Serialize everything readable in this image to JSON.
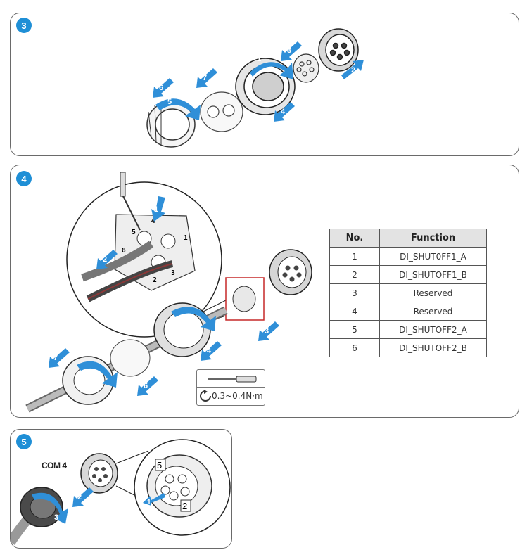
{
  "steps": [
    {
      "badge": "3",
      "arrows": [
        "1",
        "2",
        "3",
        "4",
        "5",
        "6",
        "7"
      ]
    },
    {
      "badge": "4",
      "arrows": [
        "1",
        "2",
        "3",
        "4",
        "5",
        "6",
        "7",
        "8"
      ],
      "detail_numbers": [
        "4",
        "5",
        "6",
        "1",
        "2",
        "3"
      ]
    },
    {
      "badge": "5",
      "arrows": [
        "2",
        "3",
        "1"
      ],
      "pin_labels": [
        "5",
        "2"
      ],
      "com_label": "COM 4"
    }
  ],
  "table": {
    "headers": {
      "no": "No.",
      "function": "Function"
    },
    "rows": [
      {
        "no": "1",
        "function": "DI_SHUT0FF1_A"
      },
      {
        "no": "2",
        "function": "DI_SHUTOFF1_B"
      },
      {
        "no": "3",
        "function": "Reserved"
      },
      {
        "no": "4",
        "function": "Reserved"
      },
      {
        "no": "5",
        "function": "DI_SHUTOFF2_A"
      },
      {
        "no": "6",
        "function": "DI_SHUTOFF2_B"
      }
    ]
  },
  "torque": {
    "value": "0.3~0.4N·m",
    "icon": "screwdriver-icon",
    "rotate_icon": "rotate-clockwise-icon"
  },
  "colors": {
    "accent": "#1f8fd6",
    "arrow": "#2f8fd8",
    "highlight": "#c62828",
    "border": "#6a6a6a"
  }
}
